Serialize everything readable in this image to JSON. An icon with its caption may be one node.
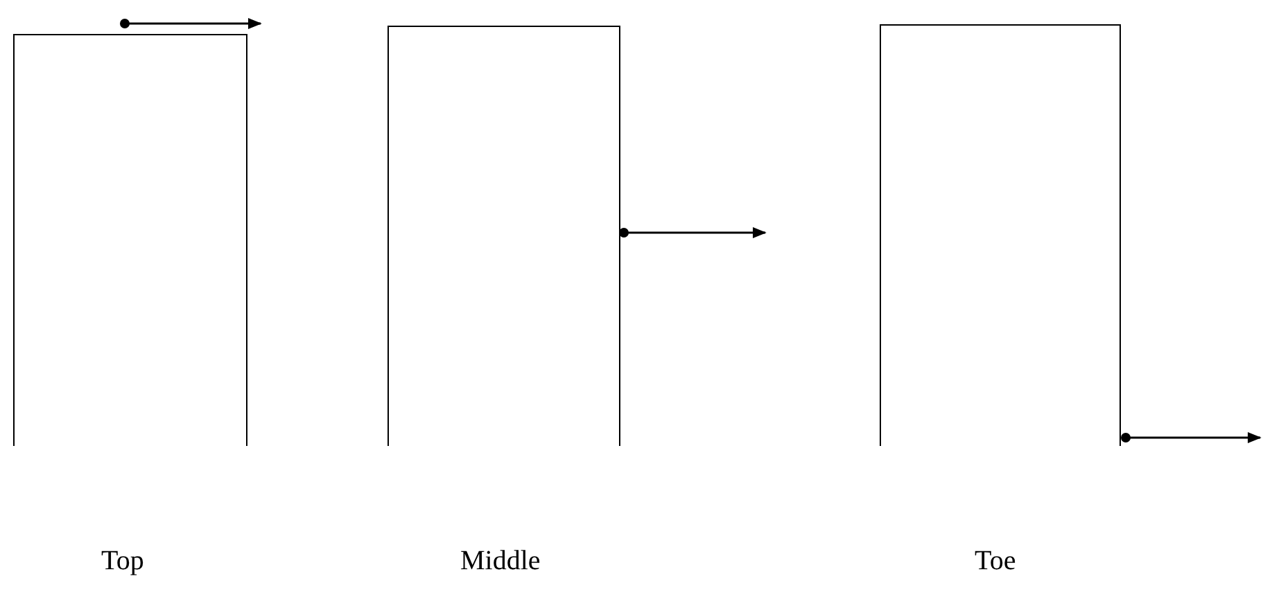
{
  "diagram": {
    "labels": [
      "Top",
      "Middle",
      "Toe"
    ]
  }
}
